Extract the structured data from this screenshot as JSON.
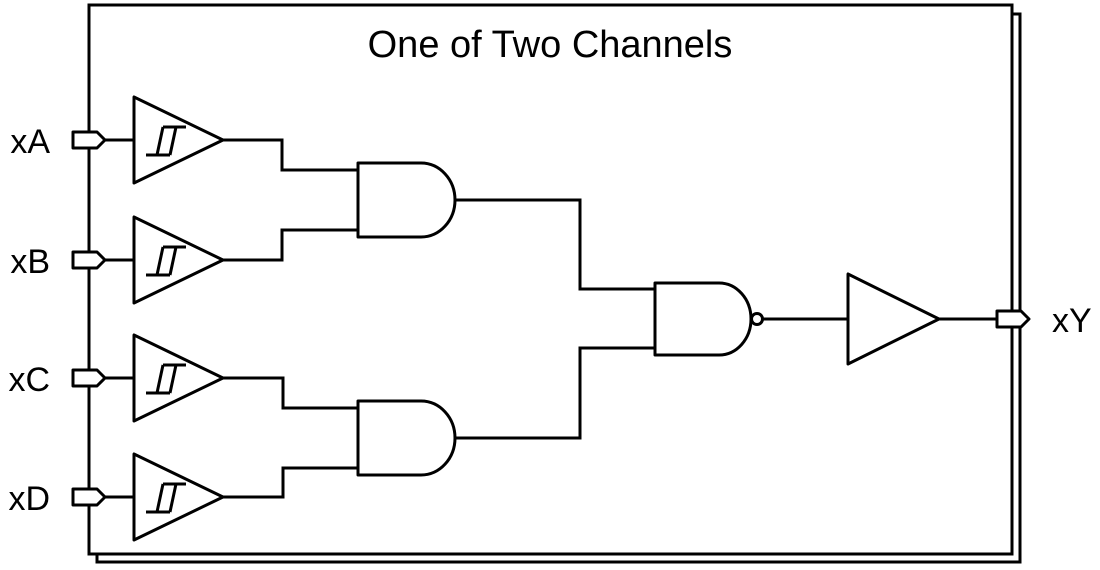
{
  "title": "One of Two Channels",
  "inputs": [
    {
      "label": "xA",
      "buffer": "schmitt-trigger-buffer"
    },
    {
      "label": "xB",
      "buffer": "schmitt-trigger-buffer"
    },
    {
      "label": "xC",
      "buffer": "schmitt-trigger-buffer"
    },
    {
      "label": "xD",
      "buffer": "schmitt-trigger-buffer"
    }
  ],
  "output": {
    "label": "xY",
    "buffer": "buffer"
  },
  "gates": [
    {
      "id": "and1",
      "type": "AND",
      "inputs": [
        "xA",
        "xB"
      ]
    },
    {
      "id": "and2",
      "type": "AND",
      "inputs": [
        "xC",
        "xD"
      ]
    },
    {
      "id": "nand",
      "type": "NAND",
      "inputs": [
        "and1",
        "and2"
      ]
    }
  ],
  "channels": {
    "shown": 1,
    "total": 2
  },
  "colors": {
    "ink": "#000000",
    "paper": "#ffffff"
  }
}
